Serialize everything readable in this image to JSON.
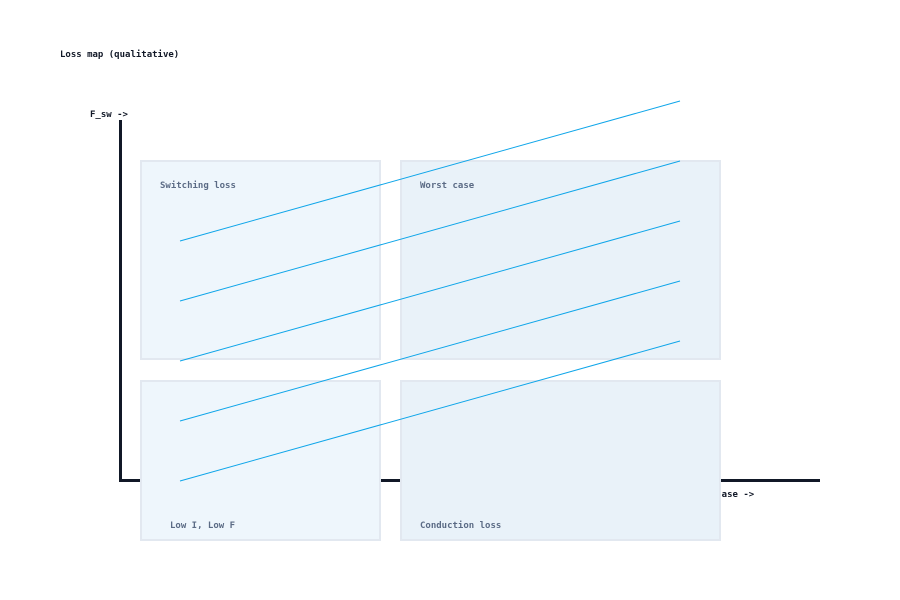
{
  "title": "Loss map (qualitative)",
  "y_axis_label": "F_sw ->",
  "x_axis_label": "I_phase ->",
  "quadrants": [
    {
      "label": "Switching loss"
    },
    {
      "label": "Worst case"
    },
    {
      "label": "Low I, Low F"
    },
    {
      "label": "Conduction loss"
    }
  ],
  "colors": {
    "axis": "#111827",
    "lines": "#0ea5e9",
    "quadrant_left": "#eef6fc",
    "quadrant_right": "#e9f2f9",
    "quadrant_text": "#5b6b85"
  },
  "diagonal_line_count": 5
}
